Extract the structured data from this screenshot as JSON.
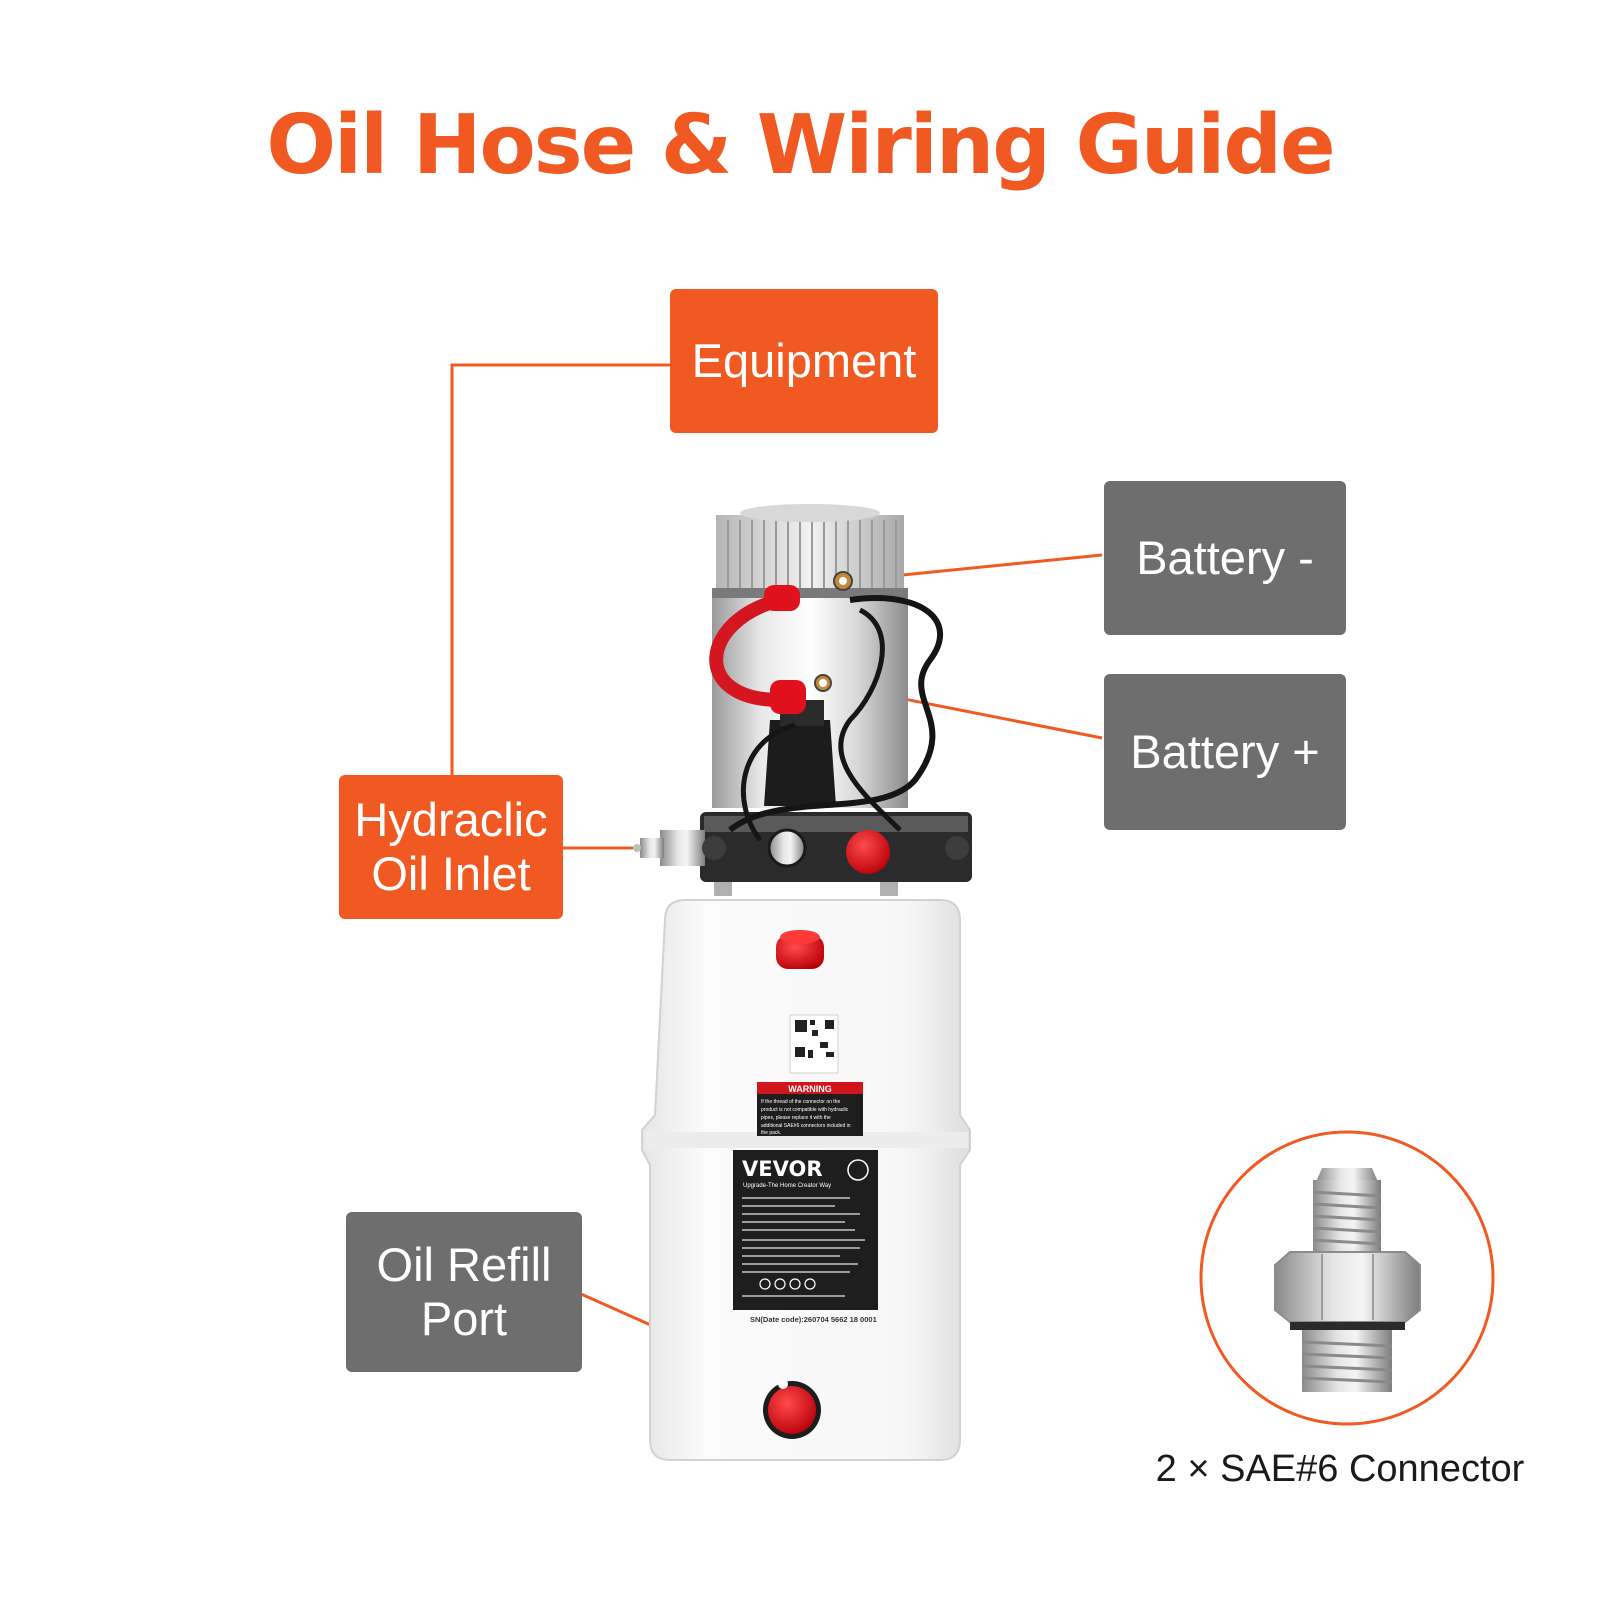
{
  "title": "Oil Hose & Wiring Guide",
  "labels": {
    "equipment": "Equipment",
    "battery_minus": "Battery -",
    "battery_plus": "Battery +",
    "oil_inlet_line1": "Hydraclic",
    "oil_inlet_line2": "Oil Inlet",
    "refill_line1": "Oil Refill",
    "refill_line2": "Port"
  },
  "connector_caption": "2 × SAE#6 Connector",
  "product": {
    "brand": "VEVOR",
    "tagline": "Upgrade-The Home Creator Way",
    "warning_title": "WARNING",
    "warning_text": [
      "If the thread of the connector on the",
      "product is not compatible with hydraulic",
      "pipes, please replace it with the",
      "additional SAE#6 connectors included in",
      "the pack."
    ],
    "serial": "SN(Date code):260704 5662 18 0001"
  },
  "colors": {
    "accent": "#f05a22",
    "gray_box": "#6e6e6e",
    "cap_red": "#e0111c"
  }
}
